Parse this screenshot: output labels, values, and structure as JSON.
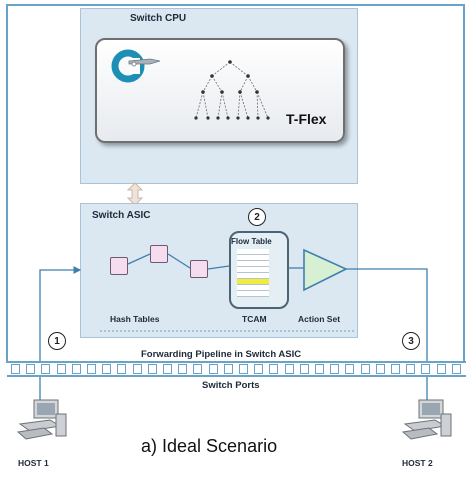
{
  "cpu": {
    "title": "Switch CPU",
    "tflex": "T-Flex"
  },
  "asic": {
    "title": "Switch ASIC",
    "hash_tables": "Hash Tables",
    "flow_table": "Flow Table",
    "tcam": "TCAM",
    "action_set": "Action Set"
  },
  "pipeline_label": "Forwarding Pipeline in Switch ASIC",
  "ports_label": "Switch Ports",
  "steps": [
    "1",
    "2",
    "3"
  ],
  "hosts": [
    "HOST 1",
    "HOST 2"
  ],
  "caption": "a) Ideal Scenario",
  "colors": {
    "border_blue": "#6aa3c9",
    "panel_blue": "#dbe8f2",
    "hash_pink": "#f6dcef",
    "action_green": "#d7f0d4",
    "highlight_yellow": "#f0ec3c"
  }
}
